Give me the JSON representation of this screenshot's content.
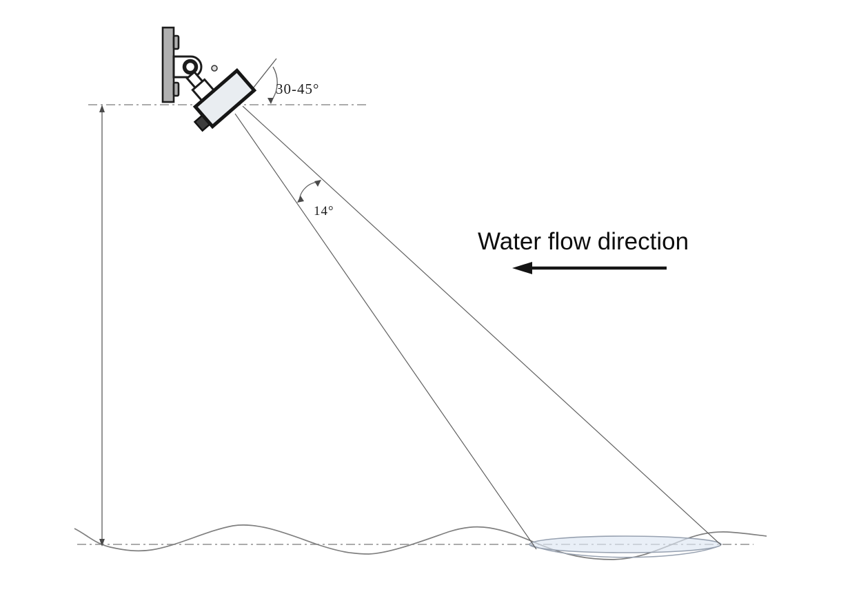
{
  "diagram": {
    "type": "radar-flow-sensor-installation-diagram",
    "labels": {
      "mount_angle": "30-45°",
      "beam_angle": "14°",
      "flow_direction": "Water flow direction"
    },
    "colors": {
      "line": "#5a5a5a",
      "dash_reference_line": "#8f8f8f",
      "water_line": "#7f7f7f",
      "text": "#1d1d1d",
      "flow_text": "#0d0d0d",
      "footprint_fill": "#dde6f2",
      "footprint_stroke": "#97a1b0",
      "sensor_body_fill": "#e9edf1",
      "metal_fill": "#b0b0b0",
      "outline": "#161616"
    }
  }
}
